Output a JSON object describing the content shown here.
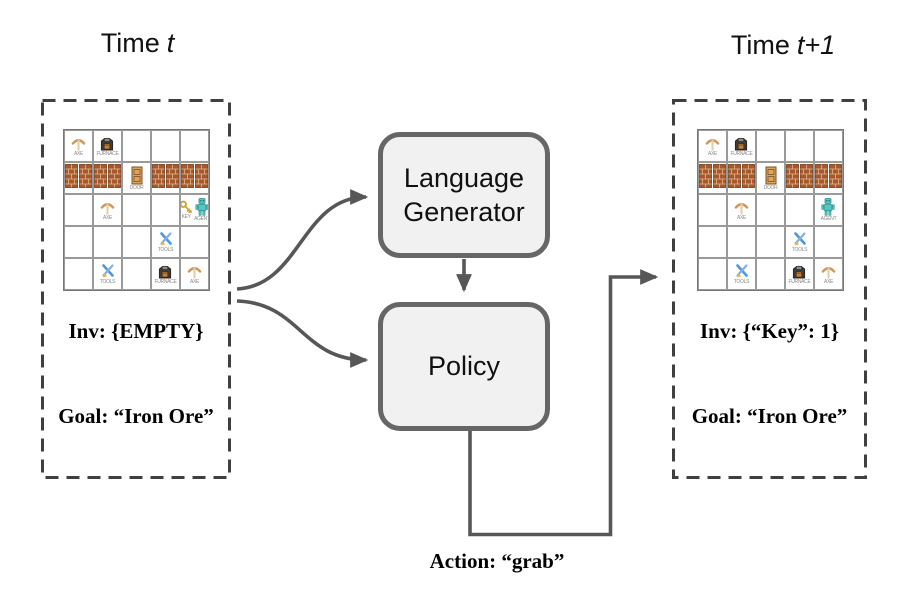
{
  "titles": {
    "left_prefix": "Time",
    "left_italic": "t",
    "right_prefix": "Time",
    "right_italic": "t+1"
  },
  "left_panel": {
    "inv": "Inv: {EMPTY}",
    "goal": "Goal: “Iron Ore”"
  },
  "right_panel": {
    "inv": "Inv: {“Key”: 1}",
    "goal": "Goal: “Iron Ore”"
  },
  "boxes": {
    "lg_line1": "Language",
    "lg_line2": "Generator",
    "policy": "Policy"
  },
  "action_label": "Action: “grab”",
  "grids": {
    "left": [
      [
        "pickaxe",
        "furnace",
        "",
        "",
        ""
      ],
      [
        "wall",
        "wall",
        "door",
        "wall",
        "wall"
      ],
      [
        "",
        "pickaxe",
        "",
        "",
        "key agent"
      ],
      [
        "",
        "",
        "",
        "tools",
        ""
      ],
      [
        "",
        "tools",
        "",
        "furnace",
        "pickaxe"
      ]
    ],
    "right": [
      [
        "pickaxe",
        "furnace",
        "",
        "",
        ""
      ],
      [
        "wall",
        "wall",
        "door",
        "wall",
        "wall"
      ],
      [
        "",
        "pickaxe",
        "",
        "",
        "agent"
      ],
      [
        "",
        "",
        "",
        "tools",
        ""
      ],
      [
        "",
        "tools",
        "",
        "furnace",
        "pickaxe"
      ]
    ]
  },
  "icon_captions": {
    "pickaxe": "AXE",
    "furnace": "FURNACE",
    "door": "DOOR",
    "key": "KEY",
    "agent": "AGENT",
    "tools": "TOOLS"
  },
  "colors": {
    "arrow_gray": "#575757",
    "dash_border": "#3f3f3f",
    "box_border": "#666666",
    "box_fill": "#f1f1f1",
    "brick": "#a8582a",
    "door_tan": "#dba45f",
    "key_gold": "#cfa12f",
    "agent_cyan": "#54c7c3",
    "tools_blue": "#4d96d9",
    "furnace_dark": "#413a35"
  }
}
